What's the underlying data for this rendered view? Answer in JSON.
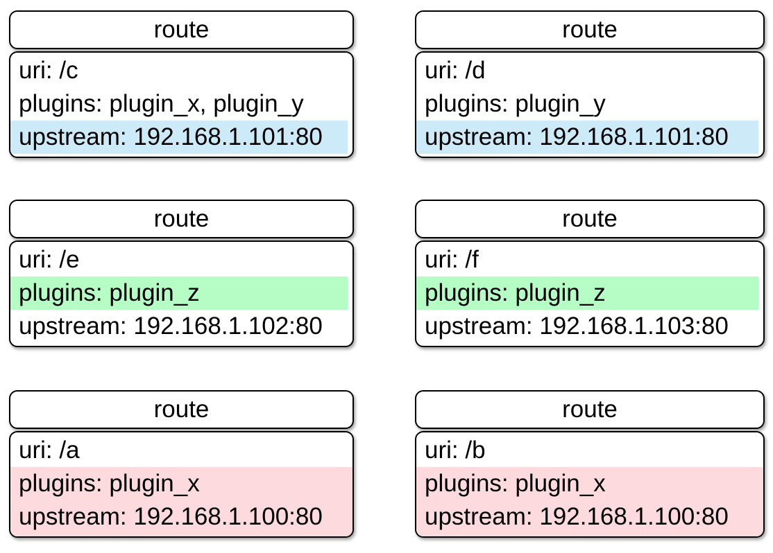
{
  "diagram": {
    "highlight_colors": {
      "blue": "#CDEAF9",
      "green": "#B5FCC5",
      "pink": "#FCDADE",
      "none": ""
    },
    "cards": [
      {
        "id": "route-c",
        "header": "route",
        "block_highlight": "none",
        "lines": [
          {
            "text": "uri: /c",
            "highlight": "none"
          },
          {
            "text": "plugins: plugin_x, plugin_y",
            "highlight": "none"
          },
          {
            "text": "upstream: 192.168.1.101:80",
            "highlight": "blue"
          }
        ]
      },
      {
        "id": "route-d",
        "header": "route",
        "block_highlight": "none",
        "lines": [
          {
            "text": "uri: /d",
            "highlight": "none"
          },
          {
            "text": "plugins: plugin_y",
            "highlight": "none"
          },
          {
            "text": "upstream: 192.168.1.101:80",
            "highlight": "blue"
          }
        ]
      },
      {
        "id": "route-e",
        "header": "route",
        "block_highlight": "none",
        "lines": [
          {
            "text": "uri: /e",
            "highlight": "none"
          },
          {
            "text": "plugins: plugin_z",
            "highlight": "green"
          },
          {
            "text": "upstream: 192.168.1.102:80",
            "highlight": "none"
          }
        ]
      },
      {
        "id": "route-f",
        "header": "route",
        "block_highlight": "none",
        "lines": [
          {
            "text": "uri: /f",
            "highlight": "none"
          },
          {
            "text": "plugins: plugin_z",
            "highlight": "green"
          },
          {
            "text": "upstream: 192.168.1.103:80",
            "highlight": "none"
          }
        ]
      },
      {
        "id": "route-a",
        "header": "route",
        "block_highlight": "pink",
        "lines": [
          {
            "text": "uri: /a",
            "highlight": "none"
          },
          {
            "text": "plugins: plugin_x",
            "highlight": "none"
          },
          {
            "text": "upstream: 192.168.1.100:80",
            "highlight": "none"
          }
        ]
      },
      {
        "id": "route-b",
        "header": "route",
        "block_highlight": "pink",
        "lines": [
          {
            "text": "uri: /b",
            "highlight": "none"
          },
          {
            "text": "plugins: plugin_x",
            "highlight": "none"
          },
          {
            "text": "upstream: 192.168.1.100:80",
            "highlight": "none"
          }
        ]
      }
    ]
  }
}
